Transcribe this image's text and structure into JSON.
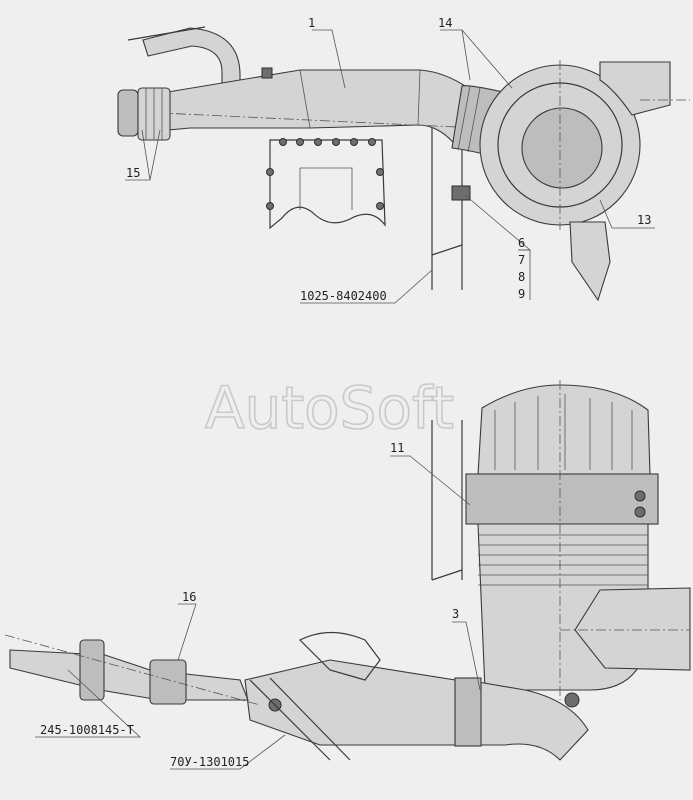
{
  "watermark": "AutoSoft",
  "callouts": {
    "c1": "1",
    "c14": "14",
    "c15": "15",
    "c13": "13",
    "c6": "6",
    "c7": "7",
    "c8": "8",
    "c9": "9",
    "bracket_part": "1025-8402400",
    "c11": "11",
    "c3": "3",
    "c16": "16",
    "pipe_part": "245-1008145-T",
    "hose_part": "70У-1301015"
  }
}
